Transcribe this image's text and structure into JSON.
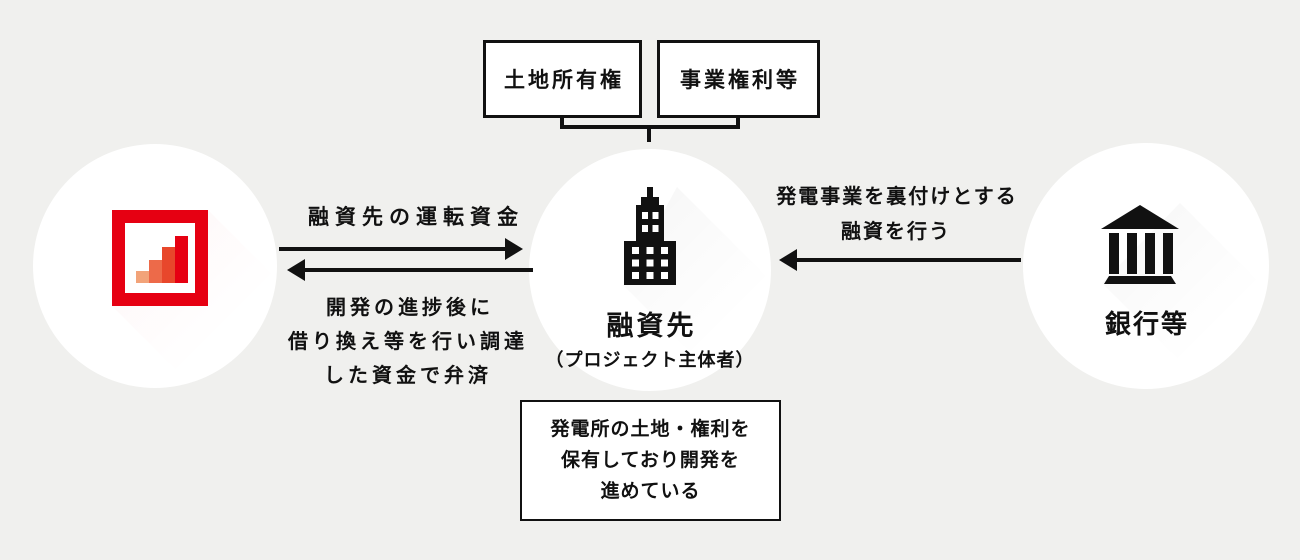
{
  "colors": {
    "background": "#f0f0ee",
    "ink": "#111111",
    "box_background": "#ffffff",
    "accent_red": "#e60012",
    "logo_bar_colors": [
      "#f2a379",
      "#ed6a49",
      "#e8472b",
      "#e60012"
    ]
  },
  "collateral_boxes": [
    {
      "label": "土地所有権"
    },
    {
      "label": "事業権利等"
    }
  ],
  "entities": {
    "lender_company": {
      "icon": "bar-chart-logo-icon"
    },
    "borrower": {
      "icon": "building-icon",
      "label": "融資先",
      "sublabel": "（プロジェクト主体者）"
    },
    "bank": {
      "icon": "bank-icon",
      "label": "銀行等"
    }
  },
  "flows": {
    "working_capital": {
      "label": "融資先の運転資金",
      "direction": "left-to-center"
    },
    "repayment": {
      "label": "開発の進捗後に\n借り換え等を行い調達\nした資金で弁済",
      "direction": "center-to-left"
    },
    "bank_loan": {
      "label": "発電事業を裏付けとする\n融資を行う",
      "direction": "right-to-center"
    }
  },
  "borrower_note": "発電所の土地・権利を\n保有しており開発を\n進めている"
}
